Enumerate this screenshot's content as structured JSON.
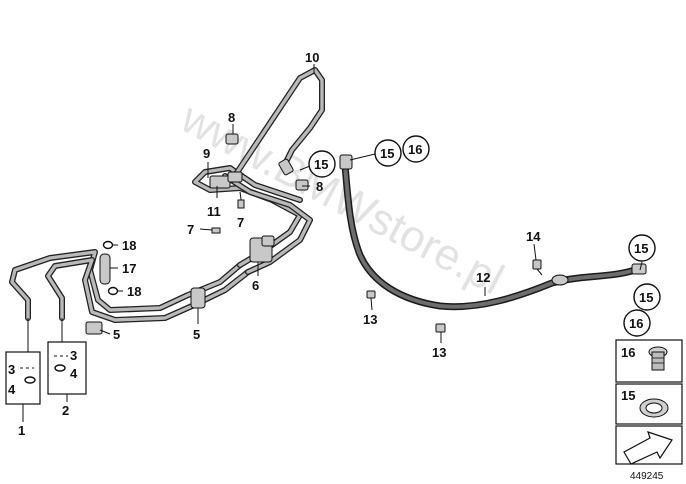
{
  "watermark": "www.BMWstore.pl",
  "diagram_number": "449245",
  "labels": {
    "l1": "1",
    "l2": "2",
    "l3a": "3",
    "l3b": "3",
    "l4a": "4",
    "l4b": "4",
    "l5a": "5",
    "l5b": "5",
    "l6": "6",
    "l7a": "7",
    "l7b": "7",
    "l8a": "8",
    "l8b": "8",
    "l9": "9",
    "l10": "10",
    "l11": "11",
    "l12": "12",
    "l13a": "13",
    "l13b": "13",
    "l14": "14",
    "l17": "17",
    "l18a": "18",
    "l18b": "18"
  },
  "circled": {
    "c15a": "15",
    "c15b": "15",
    "c16a": "16",
    "c15c": "15",
    "c15d": "15",
    "c16b": "16"
  },
  "legend": {
    "item16": "16",
    "item15": "15"
  },
  "colors": {
    "line": "#111111",
    "pipe_fill": "#b9b9b9",
    "hose_fill": "#6d6d6d",
    "watermark": "#cfcfcf"
  }
}
